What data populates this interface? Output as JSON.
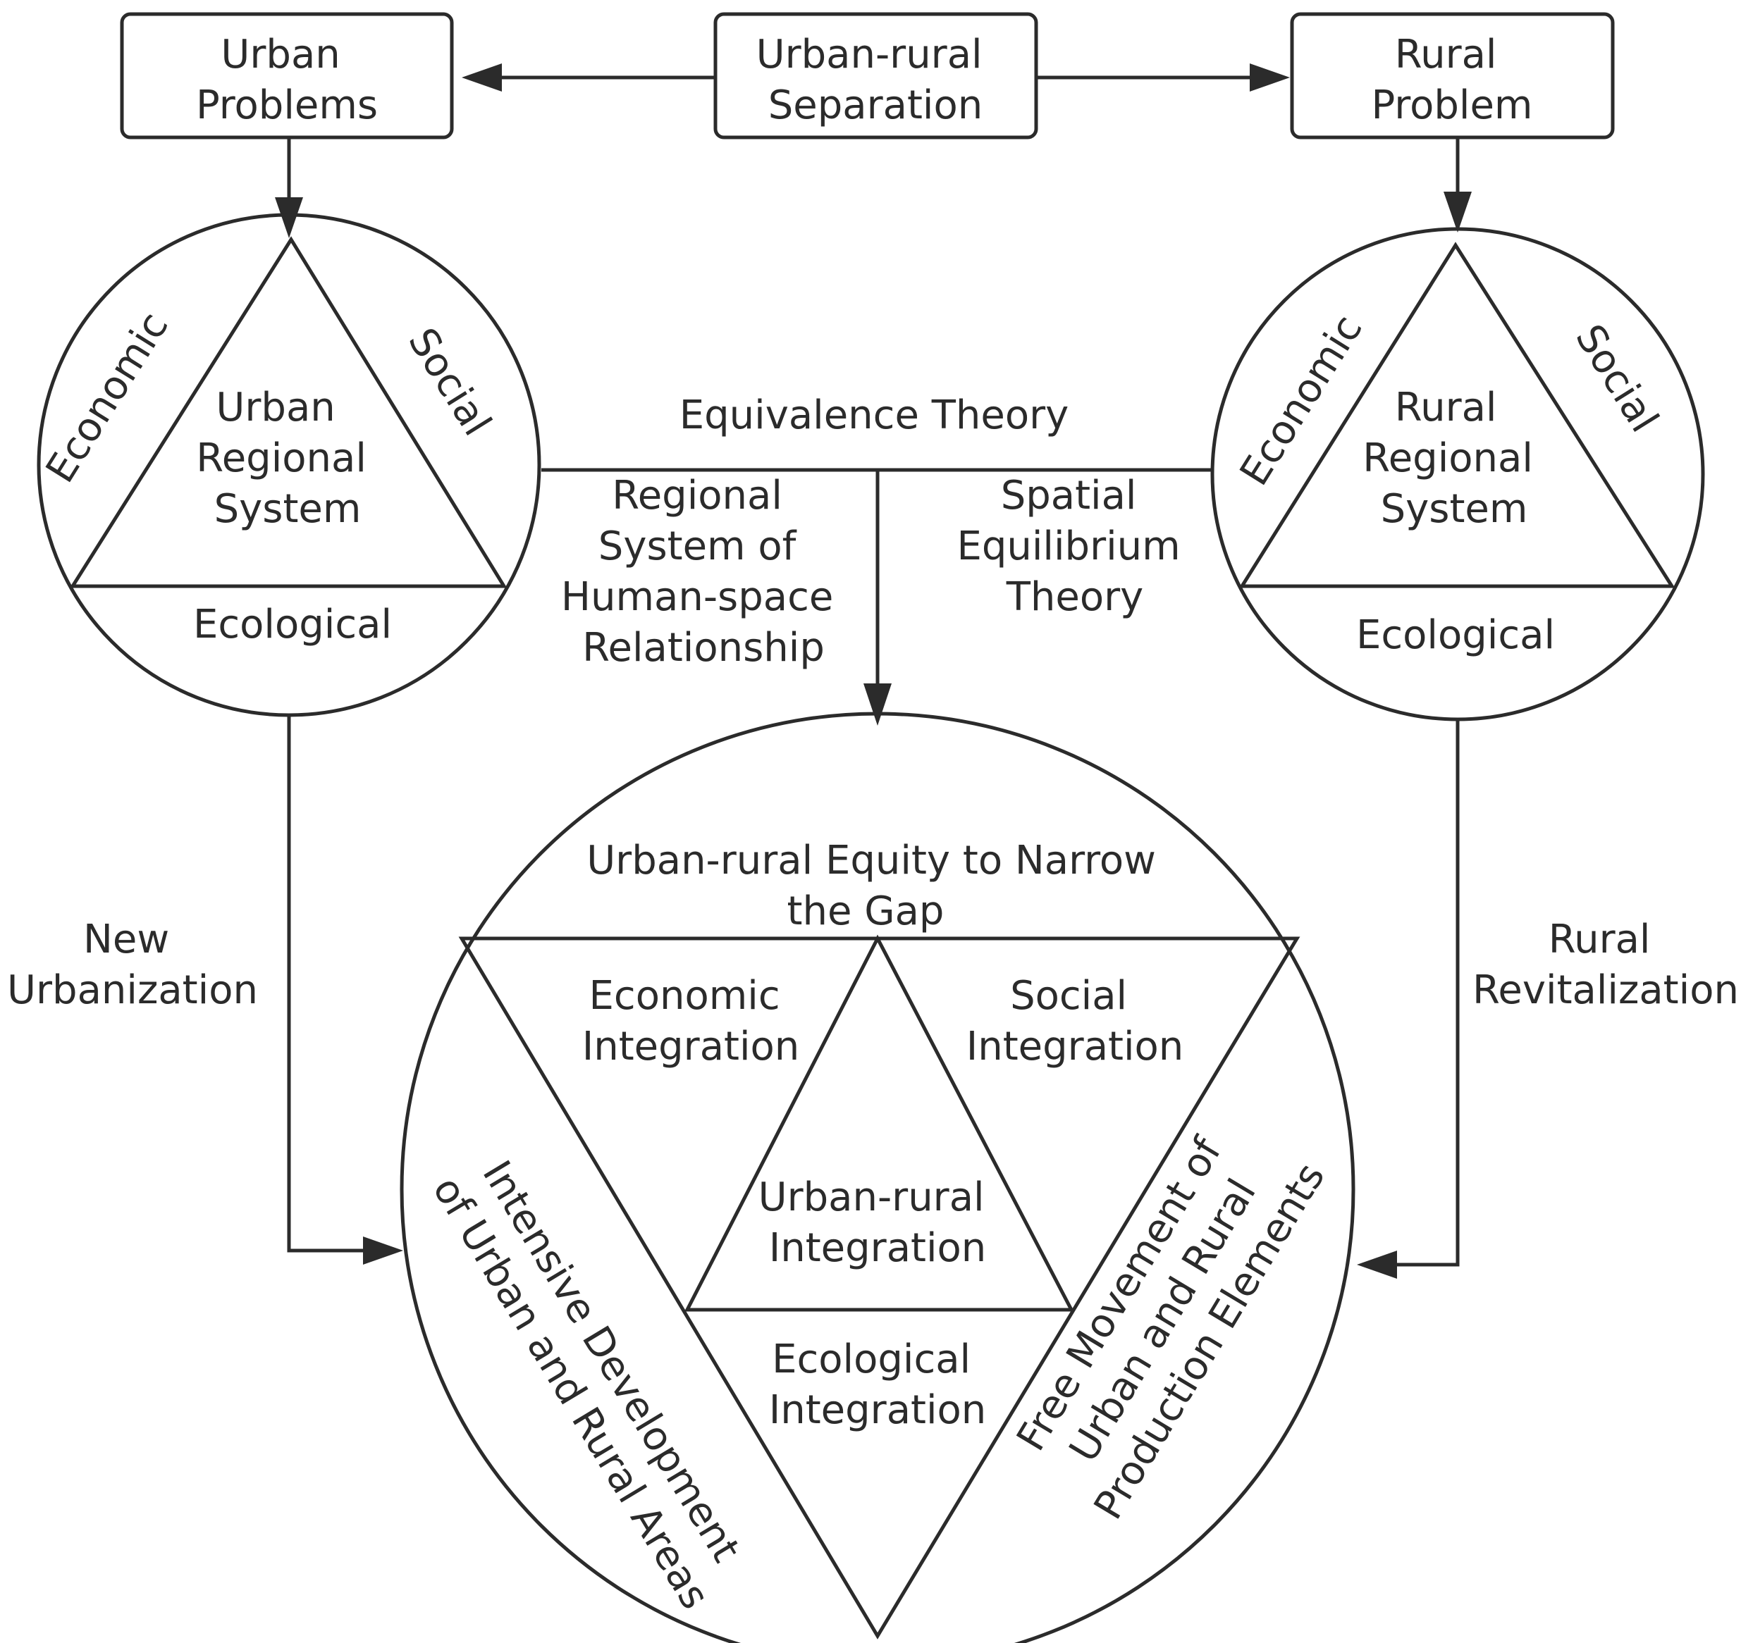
{
  "top": {
    "urban_problems": [
      "Urban",
      "Problems"
    ],
    "separation": [
      "Urban-rural",
      "Separation"
    ],
    "rural_problem": [
      "Rural",
      "Problem"
    ]
  },
  "urban_system": {
    "center": [
      "Urban",
      "Regional",
      "System"
    ],
    "economic": "Economic",
    "social": "Social",
    "ecological": "Ecological"
  },
  "rural_system": {
    "center": [
      "Rural",
      "Regional",
      "System"
    ],
    "economic": "Economic",
    "social": "Social",
    "ecological": "Ecological"
  },
  "theories": {
    "equivalence": "Equivalence Theory",
    "human_space": [
      "Regional",
      "System of",
      "Human-space",
      "Relationship"
    ],
    "spatial": [
      "Spatial",
      "Equilibrium",
      "Theory"
    ]
  },
  "paths": {
    "new_urbanization": [
      "New",
      "Urbanization"
    ],
    "rural_revitalization": [
      "Rural",
      "Revitalization"
    ]
  },
  "integration": {
    "equity": [
      "Urban-rural Equity to Narrow",
      "the Gap"
    ],
    "economic": [
      "Economic",
      "Integration"
    ],
    "social": [
      "Social",
      "Integration"
    ],
    "center": [
      "Urban-rural",
      "Integration"
    ],
    "ecological": [
      "Ecological",
      "Integration"
    ],
    "intensive": [
      "Intensive Development",
      "of Urban and Rural Areas"
    ],
    "free_movement": [
      "Free Movement of",
      "Urban and Rural",
      "Production Elements"
    ]
  }
}
